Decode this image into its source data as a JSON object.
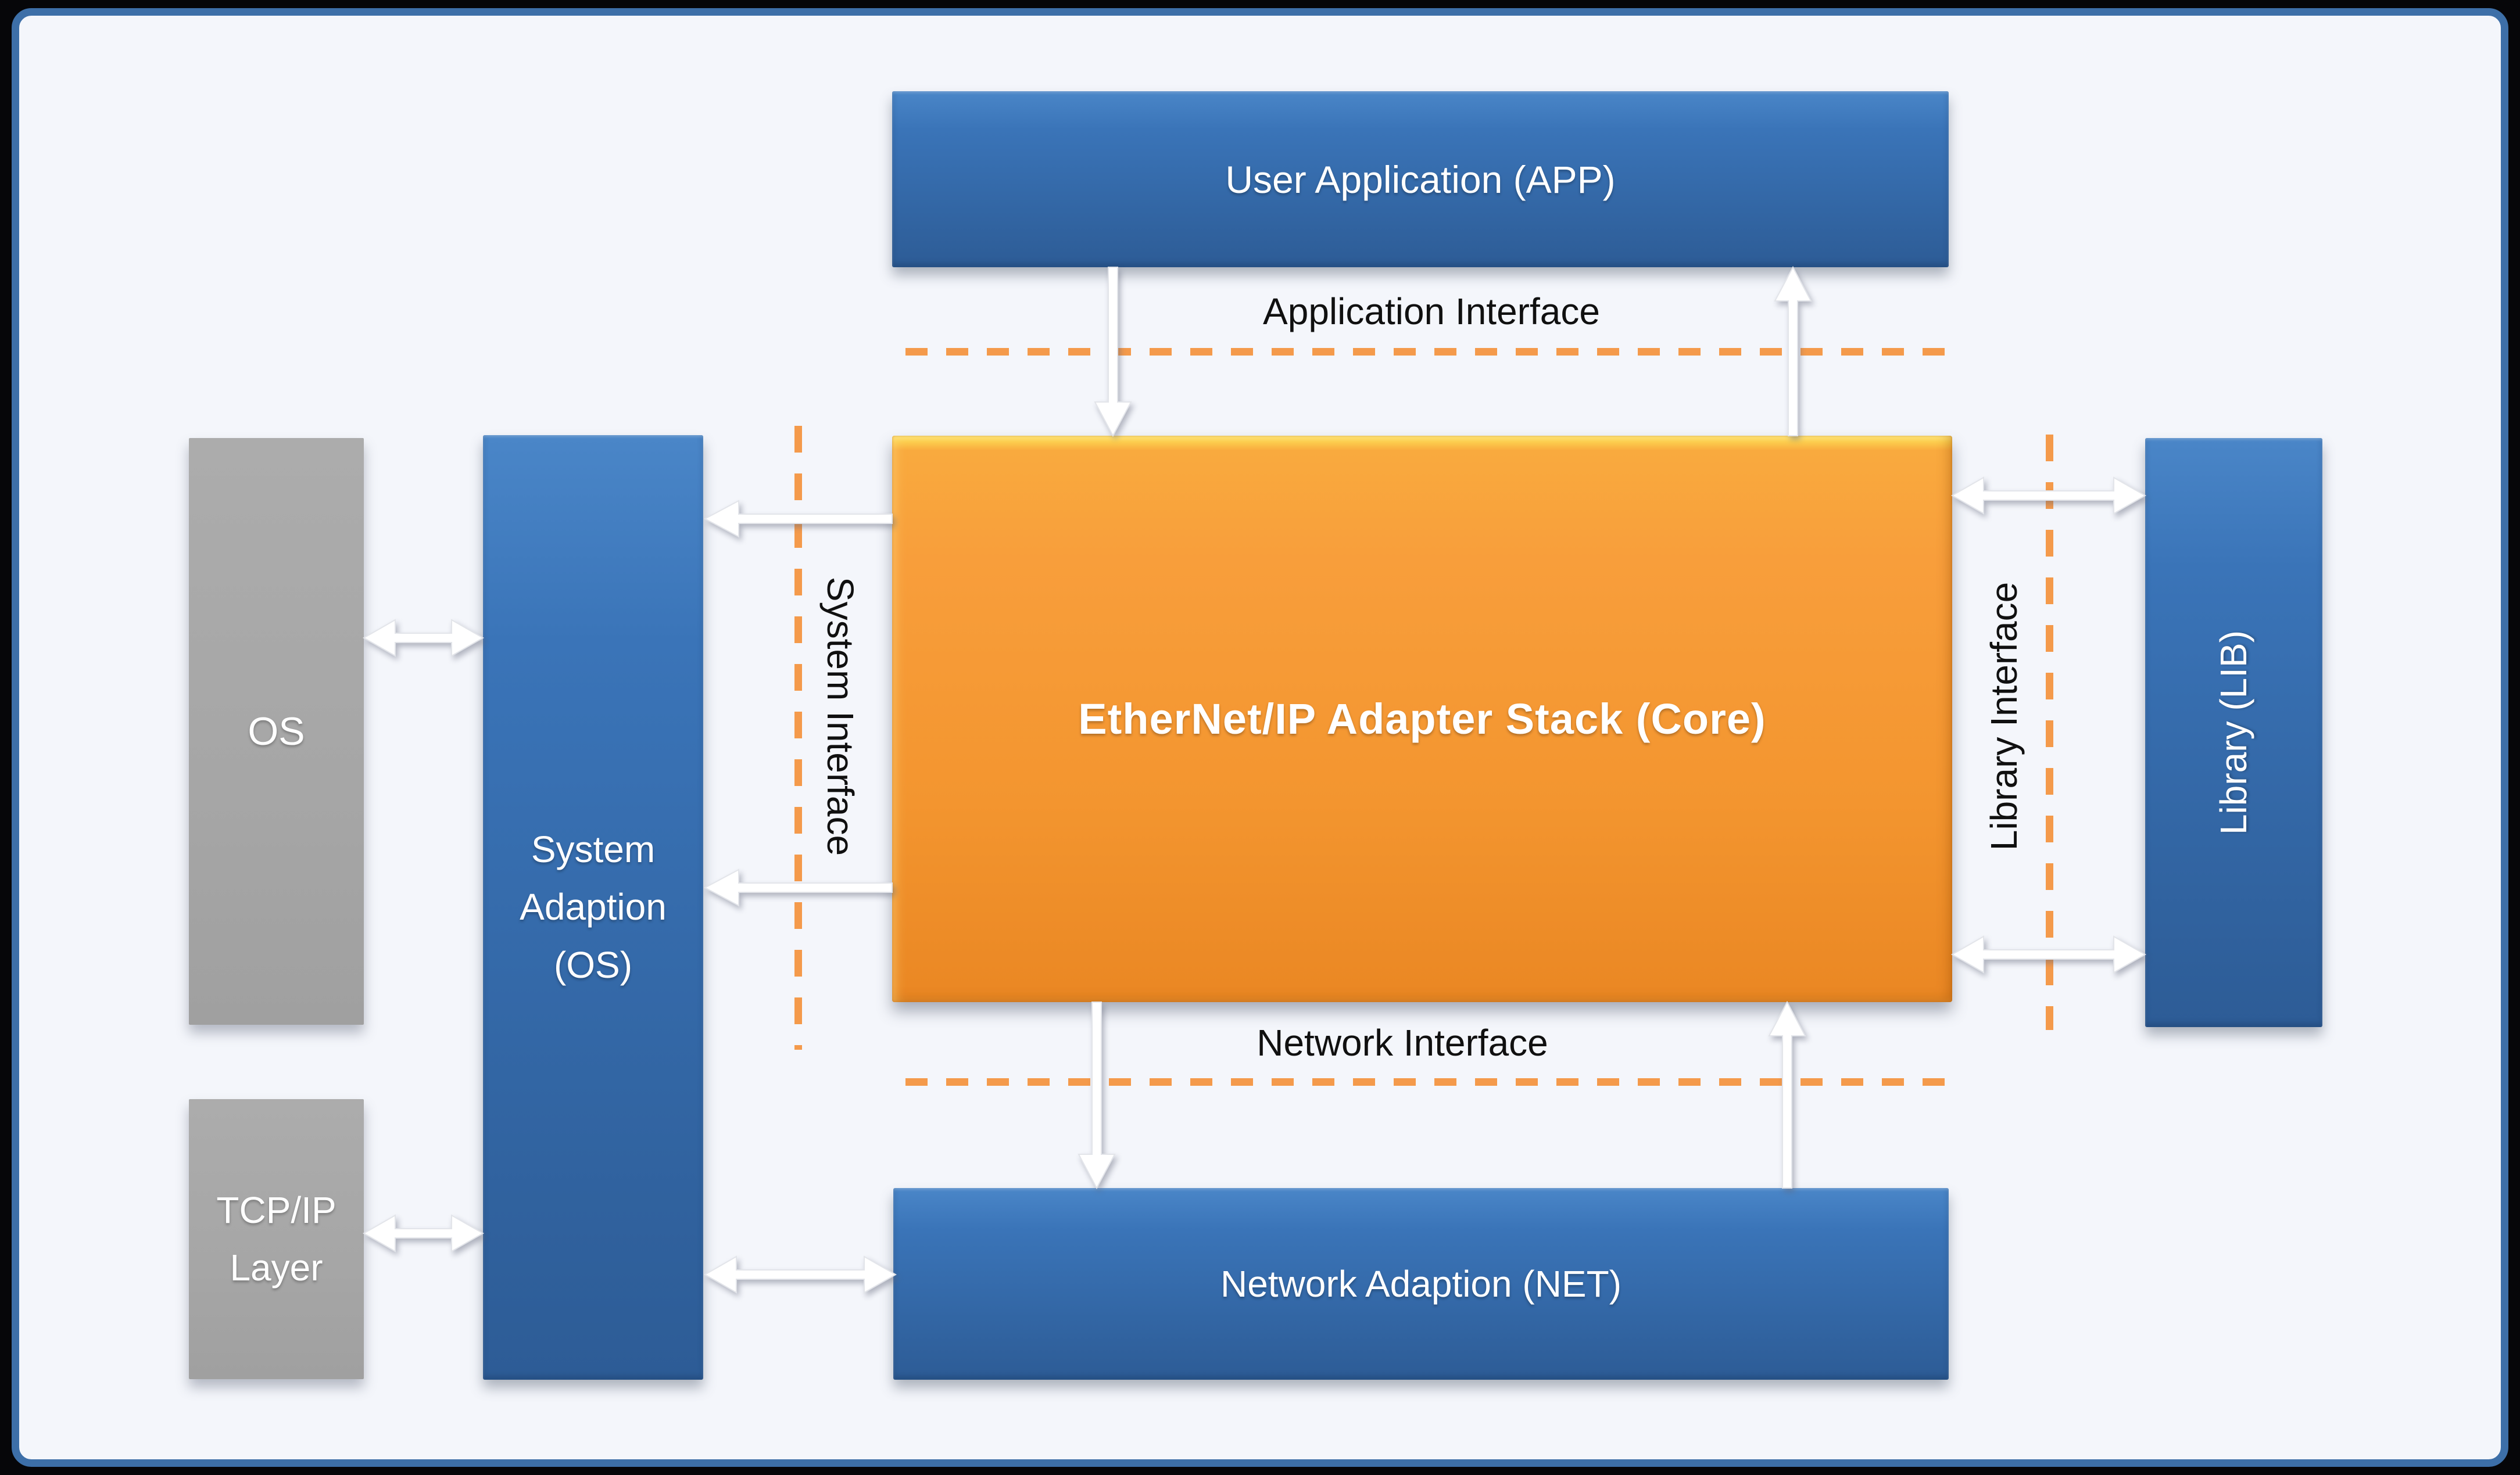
{
  "diagram": {
    "boxes": {
      "user_app": {
        "label": "User Application (APP)"
      },
      "core": {
        "label": "EtherNet/IP Adapter Stack (Core)"
      },
      "network_adaption": {
        "label": "Network Adaption (NET)"
      },
      "system_adaption": {
        "label": "System Adaption (OS)",
        "lines": [
          "System",
          "Adaption",
          "(OS)"
        ]
      },
      "os": {
        "label": "OS"
      },
      "tcpip": {
        "label": "TCP/IP Layer",
        "lines": [
          "TCP/IP",
          "Layer"
        ]
      },
      "library": {
        "label": "Library (LIB)"
      }
    },
    "interfaces": {
      "application": {
        "label": "Application Interface"
      },
      "network": {
        "label": "Network Interface"
      },
      "system": {
        "label": "System Interface"
      },
      "library": {
        "label": "Library Interface"
      }
    },
    "colors": {
      "border": "#3D6FA8",
      "background": "#F4F6FB",
      "blue_top": "#4A86C8",
      "blue_bottom": "#2D5C96",
      "orange_bevel": "#FFE87D",
      "orange_top": "#F89E3B",
      "orange_bottom": "#EA8723",
      "gray": "#A6A6A6",
      "dash": "#F49A4B",
      "arrow": "#FFFFFF"
    }
  }
}
